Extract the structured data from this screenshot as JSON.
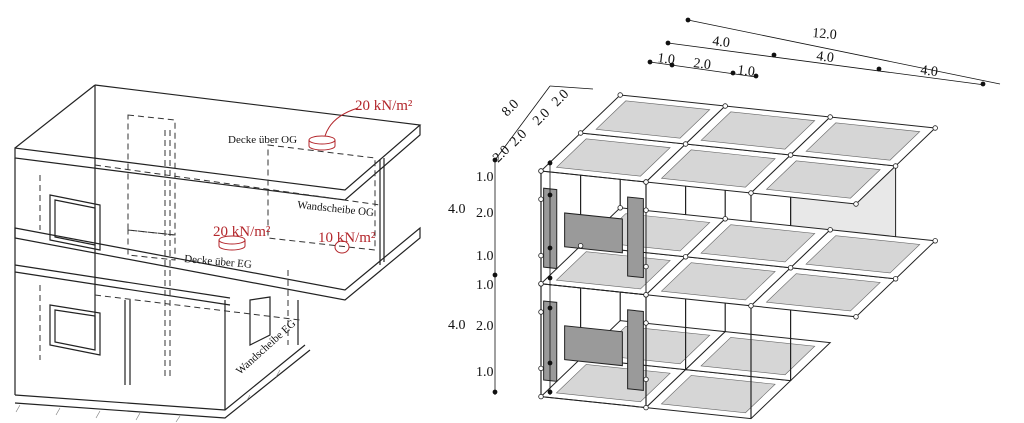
{
  "left_model": {
    "load_top": "20 kN/m²",
    "label_slab_og": "Decke über OG",
    "label_wall_og": "Wandscheibe OG",
    "load_mid_left": "20 kN/m²",
    "load_mid_right": "10 kN/m²",
    "label_slab_eg": "Decke über EG",
    "label_wall_eg": "Wandscheibe EG"
  },
  "right_model": {
    "dims_top": {
      "total": "12.0",
      "span1": "4.0",
      "span2": "4.0",
      "span3": "4.0",
      "sub1": "1.0",
      "sub2": "2.0",
      "sub3": "1.0"
    },
    "dims_depth": {
      "total": "8.0",
      "d1": "2.0",
      "d2": "2.0",
      "d3": "2.0",
      "d4": "2.0"
    },
    "dims_height": {
      "upper": "4.0",
      "lower": "4.0",
      "u1": "1.0",
      "u2": "2.0",
      "u3": "1.0",
      "l1": "1.0",
      "l2": "2.0",
      "l3": "1.0"
    }
  },
  "colors": {
    "load": "#b3262b",
    "slab_fill": "#d6d6d6",
    "wall_fill": "#e8e8e8",
    "opening_fill": "#9a9a9a"
  }
}
